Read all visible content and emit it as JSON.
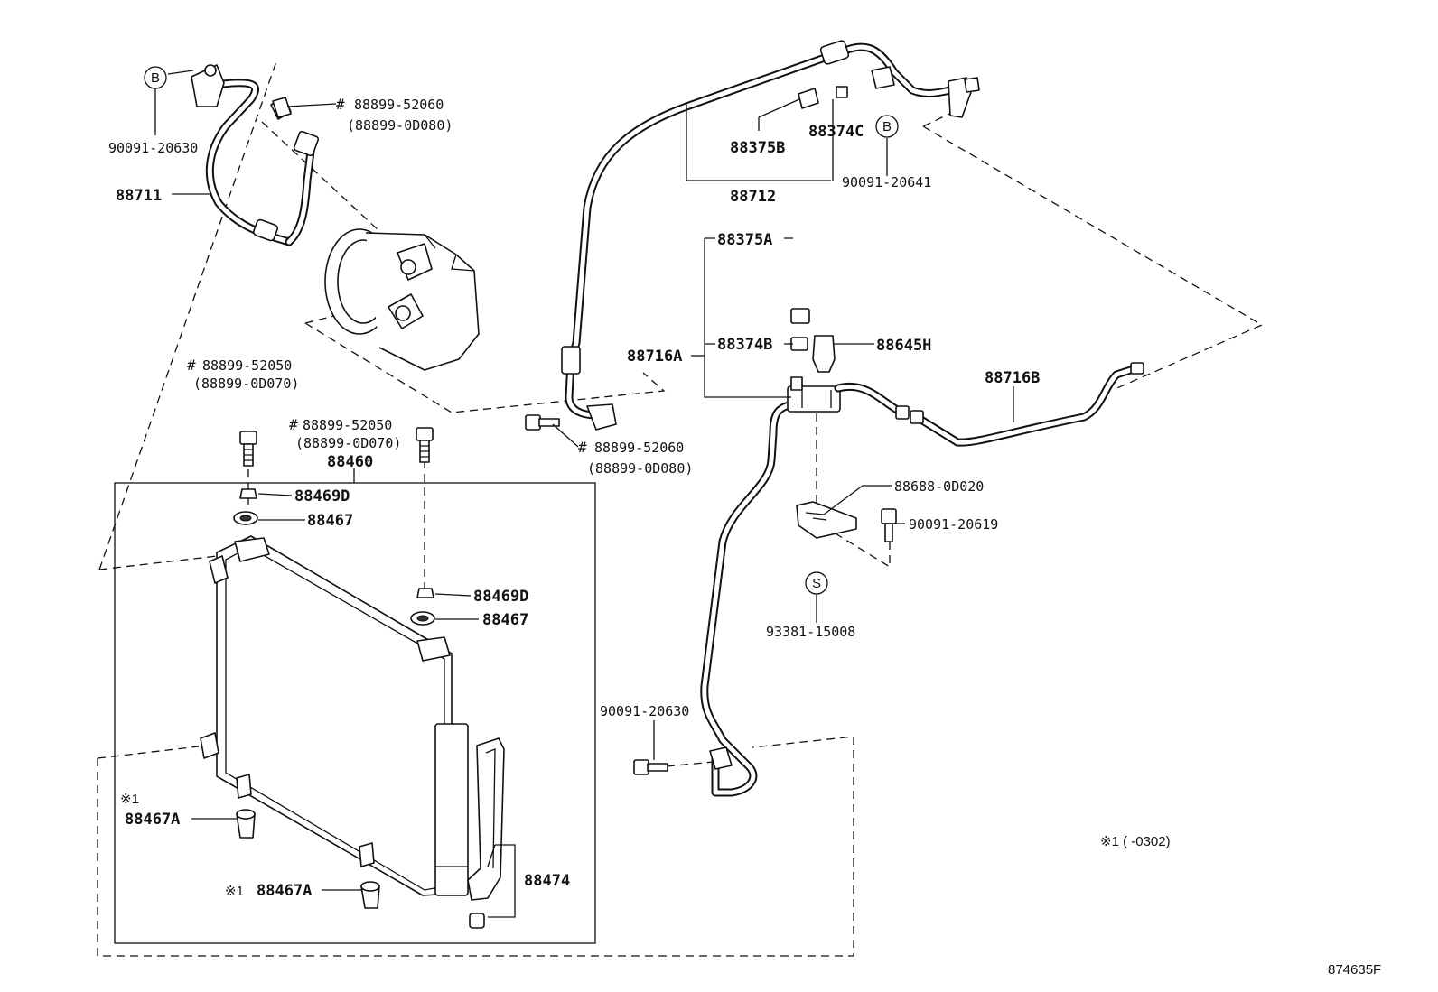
{
  "diagram": {
    "catalog_id": "874635F",
    "footnote": "※1 ( -0302)",
    "callout_symbols": {
      "b": "B",
      "s": "S",
      "hash": "#",
      "star": "※1"
    },
    "labels": {
      "p90091_20630_top": "90091-20630",
      "p88711": "88711",
      "p88899_52060_top": "88899-52060",
      "p88899_0d080_top": "(88899-0D080)",
      "p88375b": "88375B",
      "p88374c": "88374C",
      "p88712": "88712",
      "p90091_20641": "90091-20641",
      "p88375a": "88375A",
      "p88374b": "88374B",
      "p88645h": "88645H",
      "p88716a": "88716A",
      "p88716b": "88716B",
      "p88899_52050_left": "88899-52050",
      "p88899_0d070_left": "(88899-0D070)",
      "p88899_52050_mid": "88899-52050",
      "p88899_0d070_mid": "(88899-0D070)",
      "p88460": "88460",
      "p88899_52060_mid": "88899-52060",
      "p88899_0d080_mid": "(88899-0D080)",
      "p88688_0d020": "88688-0D020",
      "p90091_20619": "90091-20619",
      "p93381_15008": "93381-15008",
      "p88469d_a": "88469D",
      "p88467_a": "88467",
      "p88469d_b": "88469D",
      "p88467_b": "88467",
      "p90091_20630_low": "90091-20630",
      "p88467a_a": "88467A",
      "p88467a_b": "88467A",
      "p88474": "88474"
    }
  }
}
